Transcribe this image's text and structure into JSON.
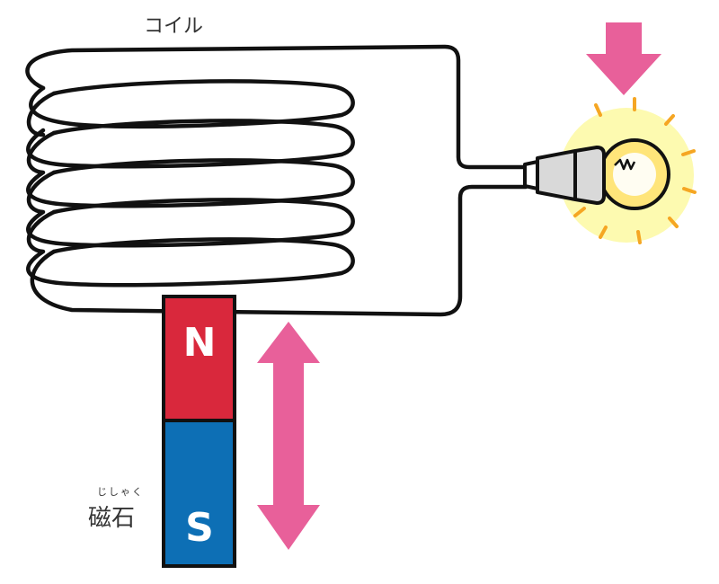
{
  "labels": {
    "coil": "コイル",
    "magnet_kanji": "磁石",
    "magnet_ruby": "じしゃく"
  },
  "magnet": {
    "north_label": "N",
    "south_label": "S",
    "north_color": "#d9283c",
    "south_color": "#0d6fb5"
  },
  "colors": {
    "arrow": "#e8609a",
    "wire": "#111111",
    "bulb_glow": "#fdfab0",
    "bulb_glass": "#ffe57a",
    "rays": "#f5a623",
    "socket": "#d9d9d9"
  },
  "icons": {
    "bulb": "light-bulb-icon",
    "arrow_down": "arrow-down-icon",
    "arrow_updown": "double-arrow-vertical-icon"
  }
}
